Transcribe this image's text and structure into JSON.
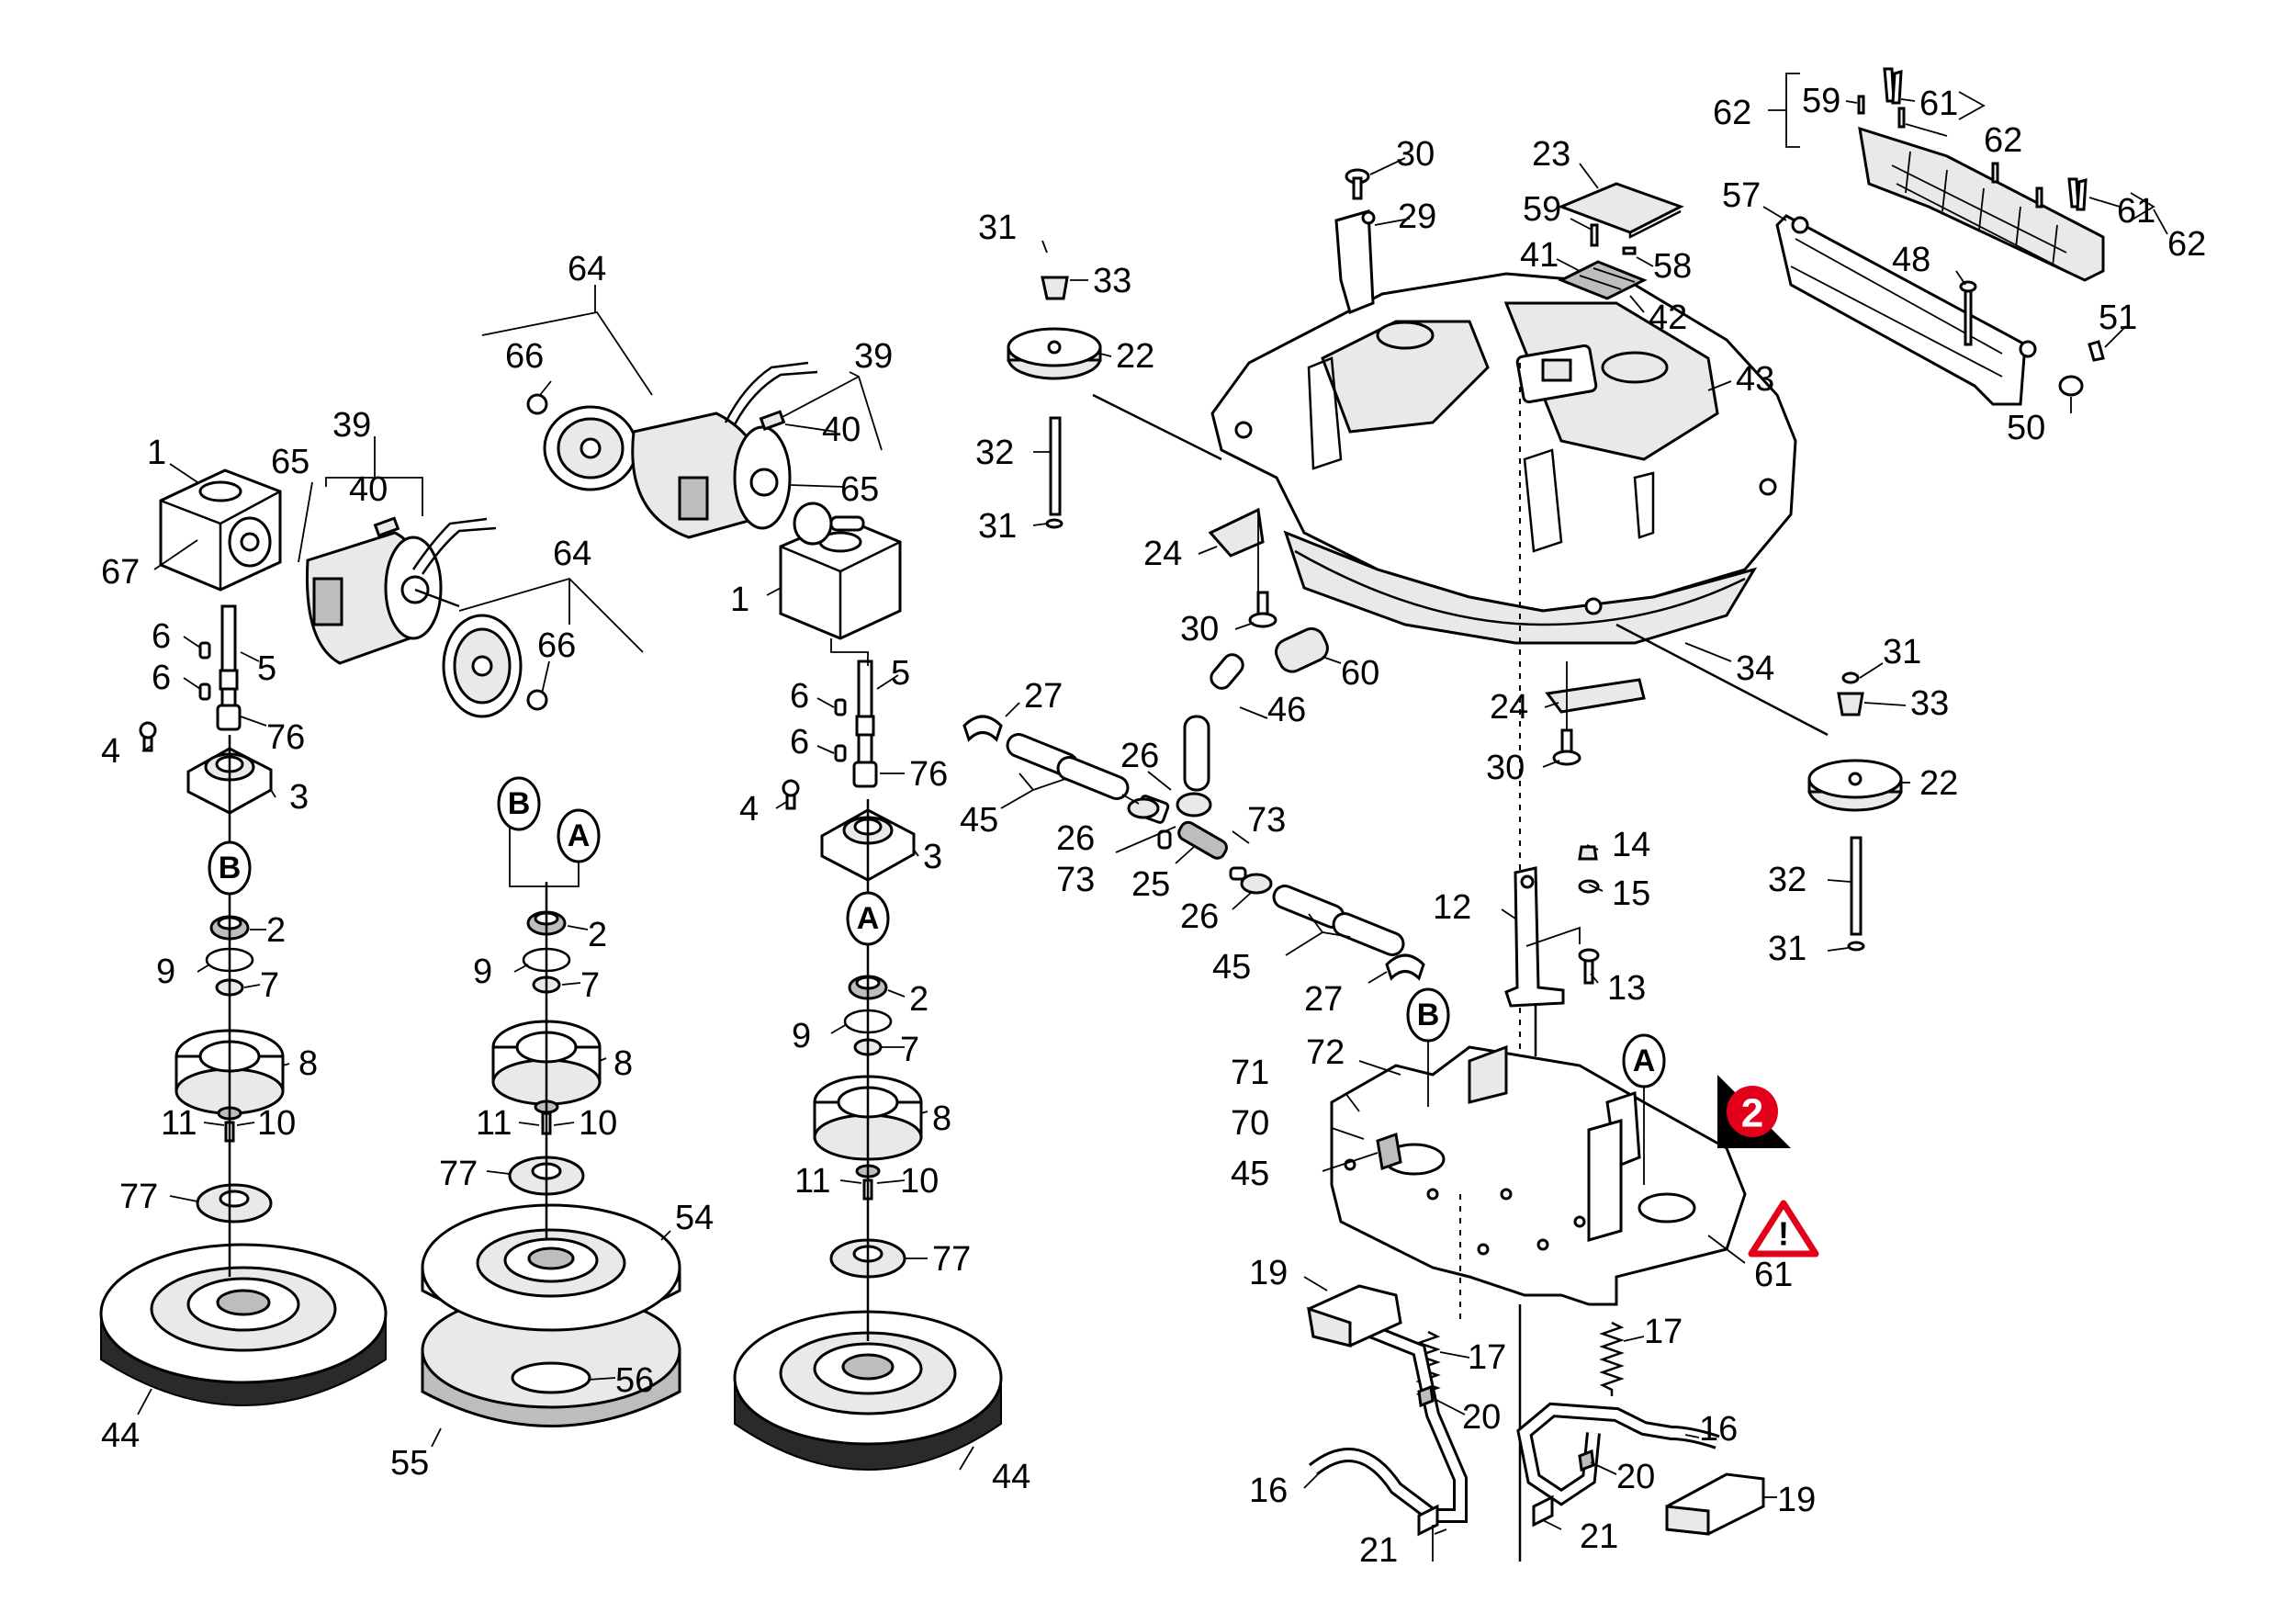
{
  "labels": {
    "l_1a": "1",
    "l_65a": "65",
    "l_39a": "39",
    "l_40a": "40",
    "l_67": "67",
    "l_64a": "64",
    "l_66a": "66",
    "l_6a": "6",
    "l_5a": "5",
    "l_6b": "6",
    "l_76a": "76",
    "l_4a": "4",
    "l_3a": "3",
    "l_2a": "2",
    "l_9a": "9",
    "l_7a": "7",
    "l_8a": "8",
    "l_11a": "11",
    "l_10a": "10",
    "l_77a": "77",
    "l_44a": "44",
    "l_64b": "64",
    "l_66b": "66",
    "l_39b": "39",
    "l_40b": "40",
    "l_65b": "65",
    "l_1b": "1",
    "l_5b": "5",
    "l_6c": "6",
    "l_6d": "6",
    "l_76b": "76",
    "l_4b": "4",
    "l_3b": "3",
    "l_2b": "2",
    "l_9b": "9",
    "l_7b": "7",
    "l_8b": "8",
    "l_11b": "11",
    "l_10b": "10",
    "l_77b": "77",
    "l_44b": "44",
    "l_2c": "2",
    "l_9c": "9",
    "l_7c": "7",
    "l_8c": "8",
    "l_11c": "11",
    "l_10c": "10",
    "l_77c": "77",
    "l_54": "54",
    "l_56": "56",
    "l_55": "55",
    "l_31a": "31",
    "l_33a": "33",
    "l_22a": "22",
    "l_32a": "32",
    "l_31b": "31",
    "l_27a": "27",
    "l_45a": "45",
    "l_26a": "26",
    "l_26b": "26",
    "l_73a": "73",
    "l_73b": "73",
    "l_25": "25",
    "l_26c": "26",
    "l_45b": "45",
    "l_27b": "27",
    "l_46": "46",
    "l_60": "60",
    "l_30a": "30",
    "l_29": "29",
    "l_23": "23",
    "l_59a": "59",
    "l_41": "41",
    "l_58": "58",
    "l_42": "42",
    "l_43": "43",
    "l_24a": "24",
    "l_30b": "30",
    "l_34": "34",
    "l_24b": "24",
    "l_30c": "30",
    "l_62a": "62",
    "l_59b": "59",
    "l_61a": "61",
    "l_62b": "62",
    "l_57": "57",
    "l_61b": "61",
    "l_62c": "62",
    "l_48": "48",
    "l_51": "51",
    "l_50": "50",
    "l_31c": "31",
    "l_33b": "33",
    "l_22b": "22",
    "l_32b": "32",
    "l_31d": "31",
    "l_14": "14",
    "l_15": "15",
    "l_12": "12",
    "l_13": "13",
    "l_72": "72",
    "l_71": "71",
    "l_70": "70",
    "l_45c": "45",
    "l_61c": "61",
    "l_19a": "19",
    "l_17a": "17",
    "l_20a": "20",
    "l_16a": "16",
    "l_21a": "21",
    "l_17b": "17",
    "l_16b": "16",
    "l_20b": "20",
    "l_19b": "19",
    "l_21b": "21"
  },
  "markers": {
    "b1": "B",
    "b2": "B",
    "a1": "A",
    "a2": "A",
    "b3": "B",
    "a3": "A"
  },
  "badge": {
    "number": "2",
    "color": "#e3001b"
  },
  "warning": {
    "symbol": "!",
    "color": "#e3001b"
  }
}
